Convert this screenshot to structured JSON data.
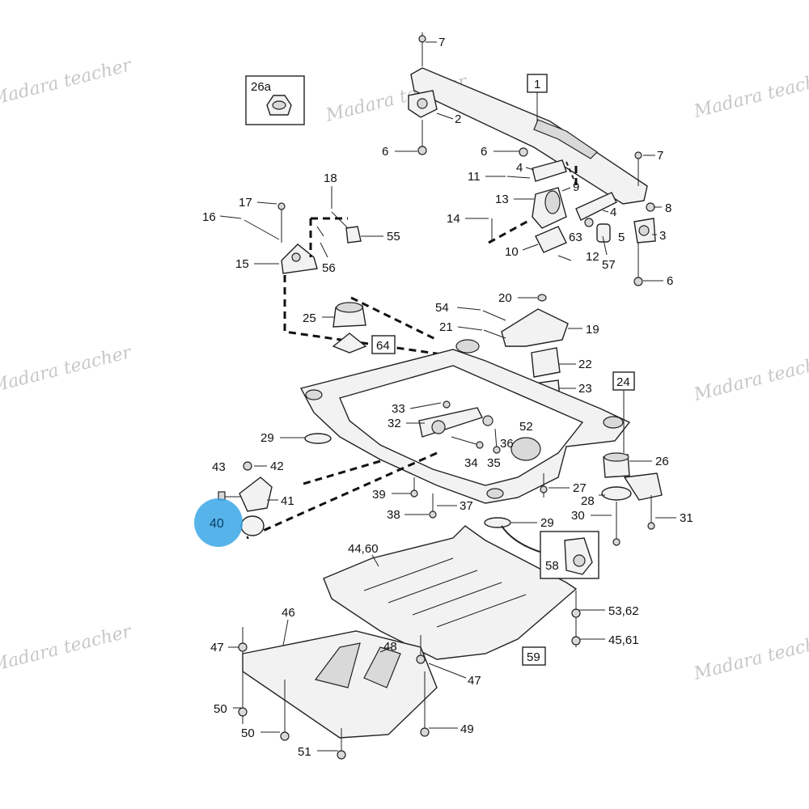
{
  "watermark": "Madara teacher",
  "highlight": {
    "label": "40",
    "color": "#3aa7e6"
  },
  "labels": [
    {
      "id": "l7a",
      "text": "7"
    },
    {
      "id": "l2",
      "text": "2"
    },
    {
      "id": "l6a",
      "text": "6"
    },
    {
      "id": "l6b",
      "text": "6"
    },
    {
      "id": "l7b",
      "text": "7"
    },
    {
      "id": "l4a",
      "text": "4"
    },
    {
      "id": "l11",
      "text": "11"
    },
    {
      "id": "l9",
      "text": "9"
    },
    {
      "id": "l13",
      "text": "13"
    },
    {
      "id": "l4b",
      "text": "4"
    },
    {
      "id": "l8",
      "text": "8"
    },
    {
      "id": "l14",
      "text": "14"
    },
    {
      "id": "l5",
      "text": "5"
    },
    {
      "id": "l3",
      "text": "3"
    },
    {
      "id": "l63",
      "text": "63"
    },
    {
      "id": "l10",
      "text": "10"
    },
    {
      "id": "l12",
      "text": "12"
    },
    {
      "id": "l57",
      "text": "57"
    },
    {
      "id": "l6c",
      "text": "6"
    },
    {
      "id": "l18",
      "text": "18"
    },
    {
      "id": "l17",
      "text": "17"
    },
    {
      "id": "l16",
      "text": "16"
    },
    {
      "id": "l55",
      "text": "55"
    },
    {
      "id": "l15",
      "text": "15"
    },
    {
      "id": "l56",
      "text": "56"
    },
    {
      "id": "l20",
      "text": "20"
    },
    {
      "id": "l54",
      "text": "54"
    },
    {
      "id": "l25",
      "text": "25"
    },
    {
      "id": "l21",
      "text": "21"
    },
    {
      "id": "l19",
      "text": "19"
    },
    {
      "id": "l22",
      "text": "22"
    },
    {
      "id": "l23",
      "text": "23"
    },
    {
      "id": "l33",
      "text": "33"
    },
    {
      "id": "l32",
      "text": "32"
    },
    {
      "id": "l29a",
      "text": "29"
    },
    {
      "id": "l52",
      "text": "52"
    },
    {
      "id": "l36",
      "text": "36"
    },
    {
      "id": "l26",
      "text": "26"
    },
    {
      "id": "l43",
      "text": "43"
    },
    {
      "id": "l42",
      "text": "42"
    },
    {
      "id": "l34",
      "text": "34"
    },
    {
      "id": "l35",
      "text": "35"
    },
    {
      "id": "l41",
      "text": "41"
    },
    {
      "id": "l39",
      "text": "39"
    },
    {
      "id": "l27",
      "text": "27"
    },
    {
      "id": "l28",
      "text": "28"
    },
    {
      "id": "l38",
      "text": "38"
    },
    {
      "id": "l37",
      "text": "37"
    },
    {
      "id": "l30",
      "text": "30"
    },
    {
      "id": "l31",
      "text": "31"
    },
    {
      "id": "l29b",
      "text": "29"
    },
    {
      "id": "l4460",
      "text": "44,60"
    },
    {
      "id": "l5362",
      "text": "53,62"
    },
    {
      "id": "l46",
      "text": "46"
    },
    {
      "id": "l47a",
      "text": "47"
    },
    {
      "id": "l48",
      "text": "48"
    },
    {
      "id": "l4561",
      "text": "45,61"
    },
    {
      "id": "l47b",
      "text": "47"
    },
    {
      "id": "l50a",
      "text": "50"
    },
    {
      "id": "l50b",
      "text": "50"
    },
    {
      "id": "l49",
      "text": "49"
    },
    {
      "id": "l51",
      "text": "51"
    }
  ],
  "boxed_labels": [
    {
      "id": "b1",
      "text": "1"
    },
    {
      "id": "b24",
      "text": "24"
    },
    {
      "id": "b64",
      "text": "64"
    },
    {
      "id": "b59",
      "text": "59"
    }
  ],
  "insets": [
    {
      "id": "i26a",
      "text": "26a"
    },
    {
      "id": "i58",
      "text": "58"
    }
  ]
}
